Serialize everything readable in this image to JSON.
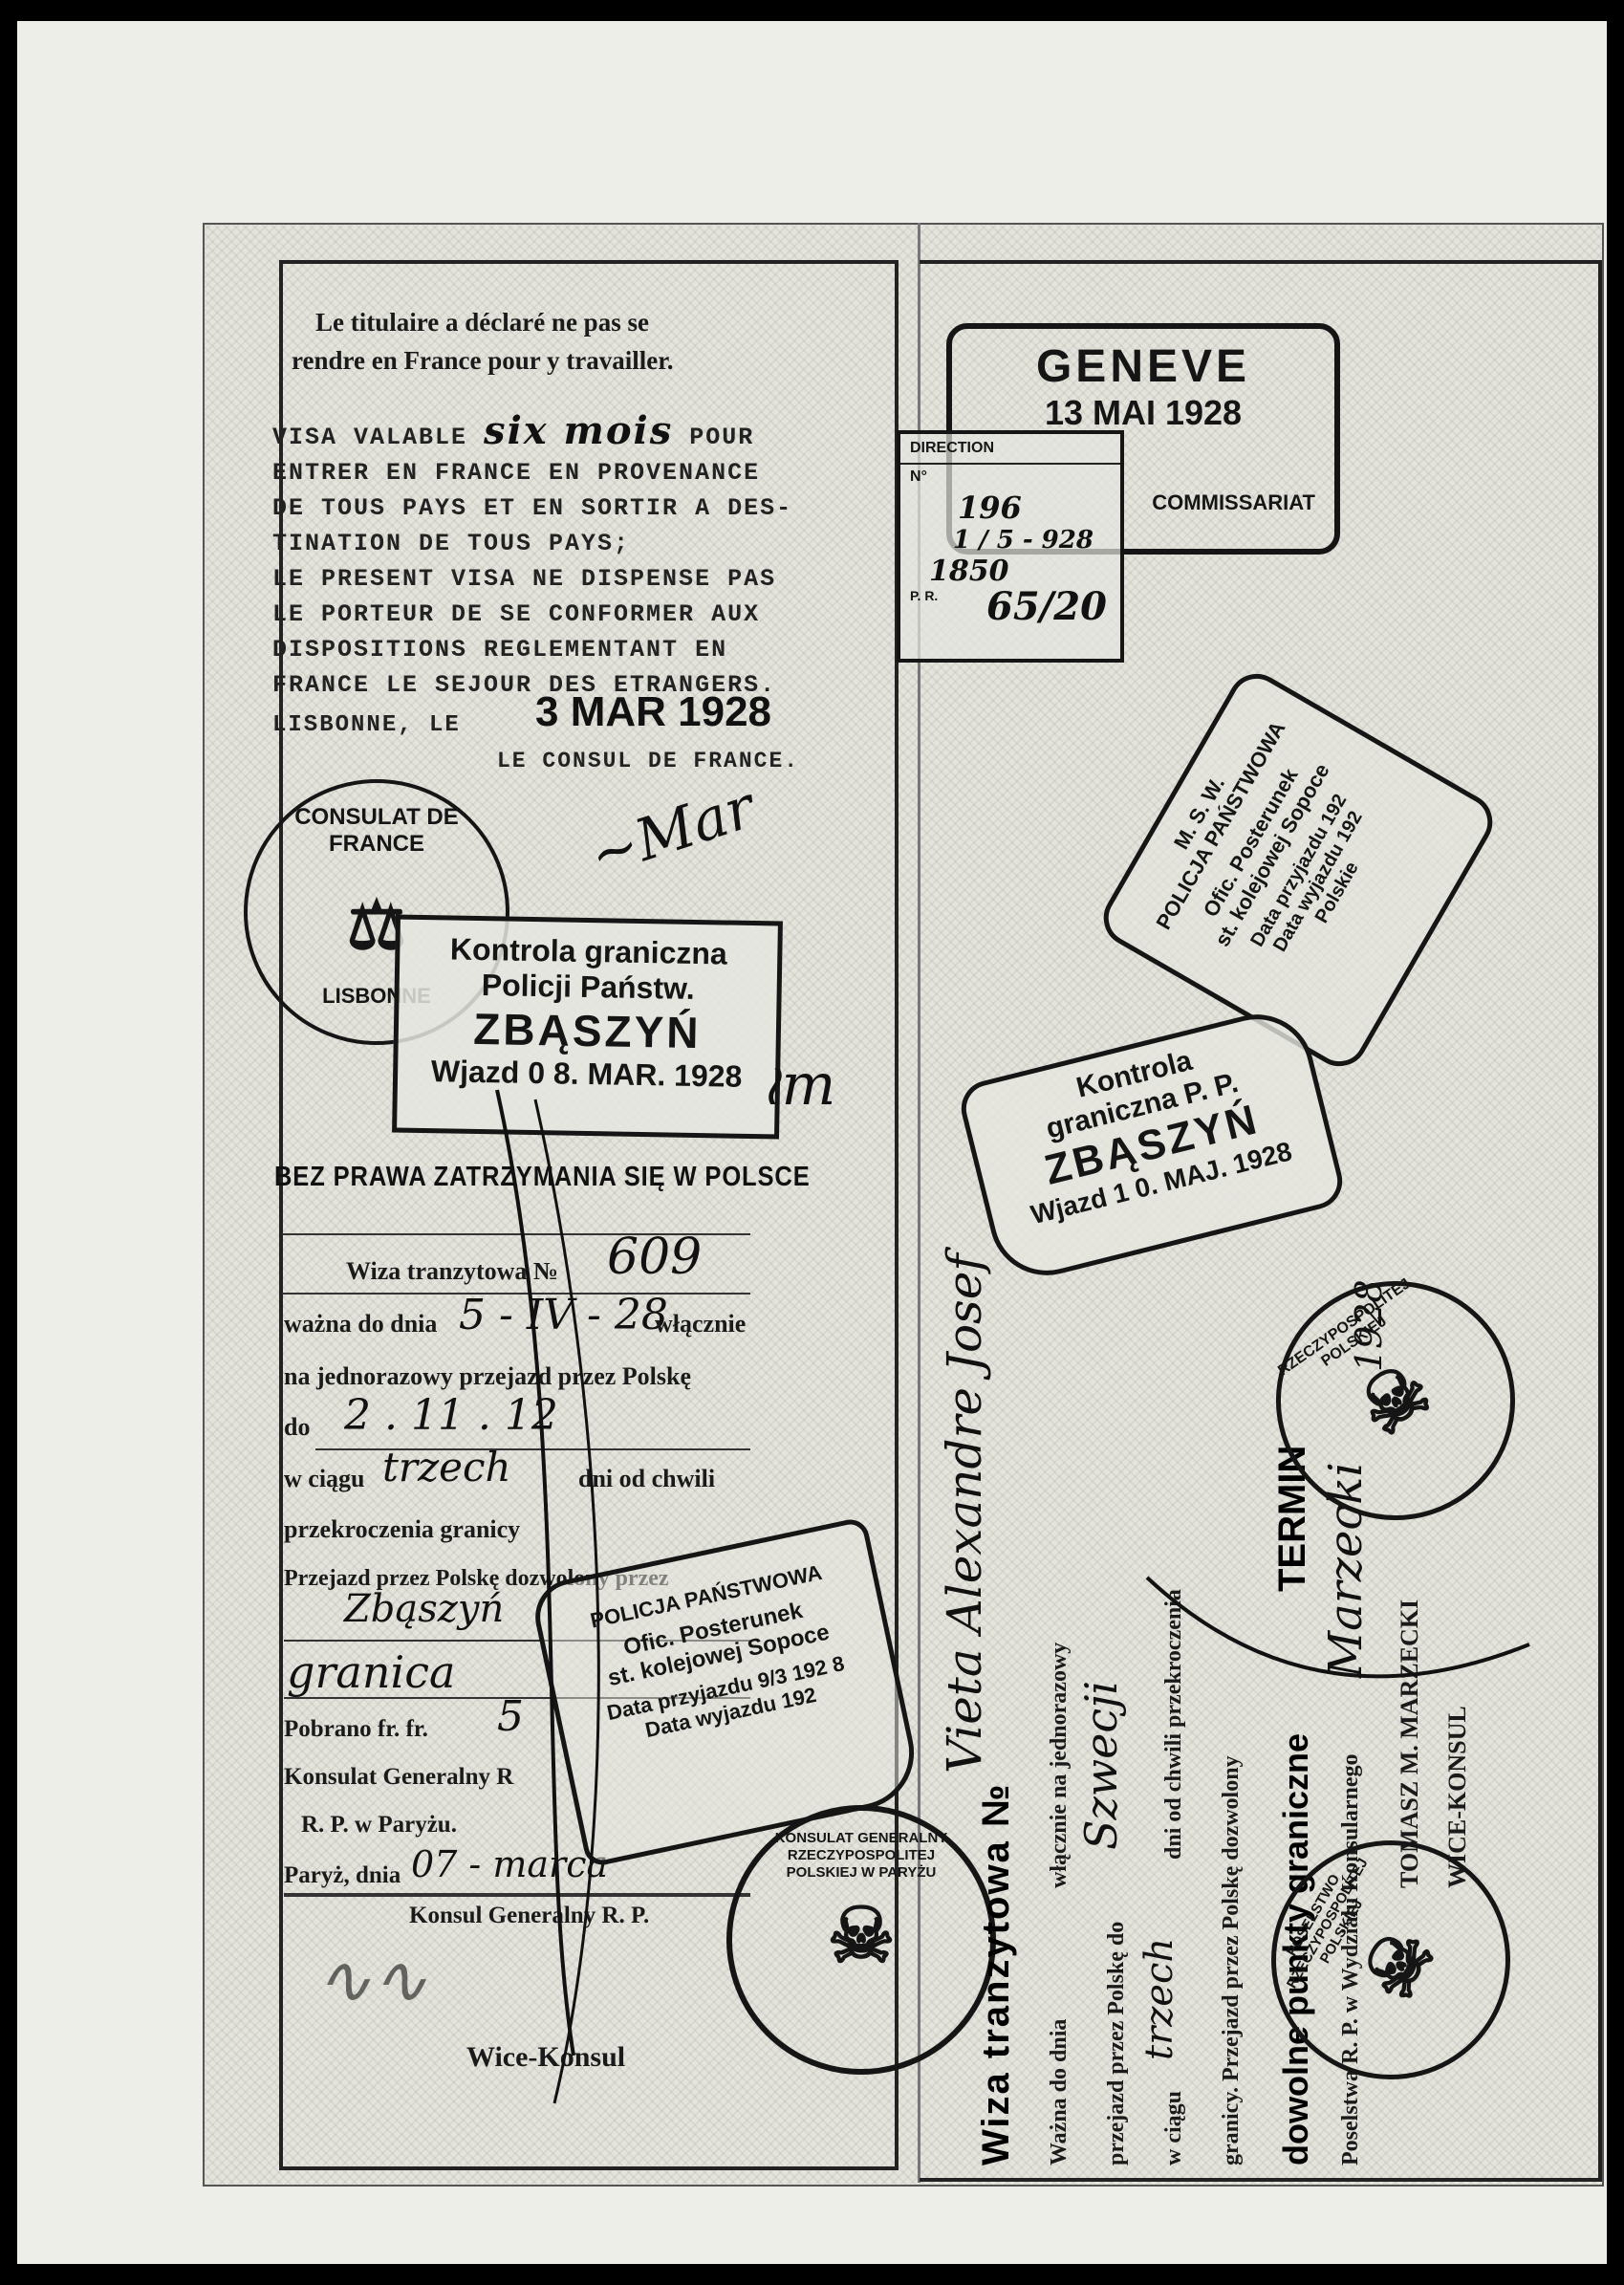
{
  "left_page": {
    "french_visa": {
      "line1": "Le titulaire a déclaré ne pas se",
      "line2": "rendre en France pour y travailler.",
      "visa_text": [
        "VISA VALABLE",
        "ENTRER EN FRANCE EN PROVENANCE",
        "DE TOUS PAYS ET EN SORTIR A DES-",
        "TINATION DE TOUS PAYS;",
        "LE PRESENT VISA NE DISPENSE PAS",
        "LE PORTEUR DE SE CONFORMER AUX",
        "DISPOSITIONS REGLEMENTANT EN",
        "FRANCE LE SEJOUR DES ETRANGERS."
      ],
      "validity_handwritten": "six mois",
      "pour": "POUR",
      "place": "LISBONNE, LE",
      "date_stamp": "3 MAR 1928",
      "consul_line": "LE CONSUL DE FRANCE.",
      "consulate_seal": "CONSULAT DE FRANCE",
      "seal_bottom": "LISBONNE"
    },
    "zbaszyn_stamp": {
      "line1": "Kontrola graniczna",
      "line2": "Policji Państw.",
      "line3": "ZBĄSZYŃ",
      "line4": "Wjazd 0 8. MAR. 1928"
    },
    "polish_transit": {
      "header": "BEZ PRAWA ZATRZYMANIA SIĘ W POLSCE",
      "wiza_label": "Wiza tranzytowa №",
      "wiza_number": "609",
      "wazna_label": "ważna do dnia",
      "wazna_value": "5 - IV - 28",
      "wlacznie": "włącznie",
      "przejazd": "na jednorazowy przejazd przez Polskę",
      "do_label": "do",
      "w_ciagu": "w ciągu",
      "dni": "dni od chwili",
      "przekroczenia": "przekroczenia granicy",
      "przejazd_dozwolony": "Przejazd przez Polskę dozwolony przez",
      "granica": "granica",
      "pobrano": "Pobrano fr. fr.",
      "pobrano_value": "5",
      "konsulat1": "Konsulat Generalny R",
      "konsulat2": "R. P. w Paryżu.",
      "paryz_label": "Paryż, dnia",
      "paryz_value": "07 - marca",
      "konsul_footer": "Konsul Generalny R. P.",
      "wice_konsul": "Wice-Konsul"
    },
    "sopot_stamp": {
      "line1": "POLICJA PAŃSTWOWA",
      "line2": "Ofic. Posterunek",
      "line3": "st. kolejowej Sopoce",
      "line4": "Data przyjazdu 9/3 192 8",
      "line5": "Data wyjazdu 192"
    },
    "paris_seal": "KONSULAT GENERALNY RZECZYPOSPOLITEJ POLSKIEJ W PARYŻU"
  },
  "right_page": {
    "geneve_stamp": {
      "line1": "GENEVE",
      "line2": "13 MAI 1928",
      "line3": "COMMISSARIAT"
    },
    "control_box": {
      "line1": "DIRECTION",
      "line2": "N°",
      "hand1": "196",
      "hand2": "1 / 5 - 928",
      "hand3": "1850",
      "hand4": "65/20",
      "line3": "P. R."
    },
    "sopot_stamp2": {
      "line1": "M. S. W.",
      "line2": "POLICJA PAŃSTWOWA",
      "line3": "Ofic. Posterunek",
      "line4": "st. kolejowej Sopoce",
      "line5": "Data przyjazdu 192",
      "line6": "Data wyjazdu 192",
      "line7": "Polskie"
    },
    "zbaszyn_stamp2": {
      "line1": "Kontrola",
      "line2": "graniczna P. P.",
      "line3": "ZBĄSZYŃ",
      "line4": "Wjazd 1 0. MAJ. 1928"
    },
    "rotated_visa": {
      "title": "Wiza tranzytowa №",
      "handwritten_name": "Vieta Alexandre Josef",
      "wazna": "Ważna do dnia",
      "jednorazowy": "włącznie na jednorazowy",
      "przejazd": "przejazd przez Polskę do",
      "w_ciagu": "w ciągu",
      "dni": "dni od chwili przekroczenia",
      "granicy": "granicy. Przejazd przez Polskę dozwolony",
      "punkt": "dowolne punkty graniczne",
      "termin": "TERMIN",
      "poselstwo": "Poselstwa R. P. w Wydziału Konsularnego",
      "wydzial": "Wydziału Konsularnego",
      "signature_name": "TOMASZ M. MARZECKI",
      "wice_konsul": "WICE-KONSUL",
      "hand_date": "1928",
      "hand_sign": "Marzecki"
    },
    "polish_seal_1": "RZECZYPOSPOLITEJ POLSKIEJ",
    "polish_seal_2": "POSELSTWO RZECZYPOSPOLITEJ POLSKIEJ"
  }
}
